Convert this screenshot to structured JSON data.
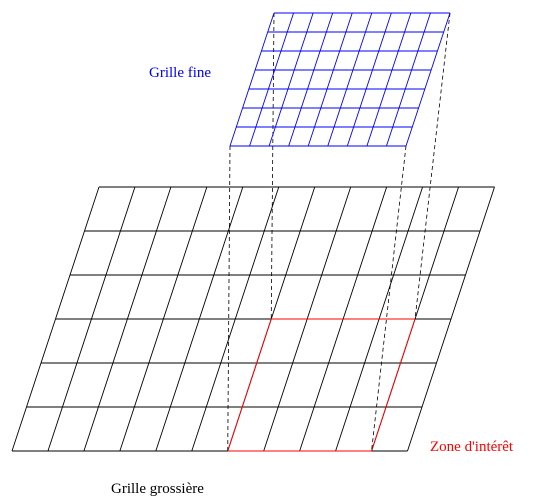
{
  "labels": {
    "fine_grid": "Grille fine",
    "zone_of_interest": "Zone d'intérêt",
    "coarse_grid": "Grille grossière"
  },
  "grids": {
    "coarse": {
      "columns": 11,
      "rows": 6
    },
    "fine": {
      "columns": 9,
      "rows": 7
    },
    "zone_of_interest": {
      "coarse_columns": 4,
      "coarse_rows": 3
    }
  },
  "colors": {
    "coarse_grid": "#000000",
    "fine_grid": "#0000ff",
    "zone_of_interest": "#ff0000",
    "projection_lines": "#000000"
  }
}
